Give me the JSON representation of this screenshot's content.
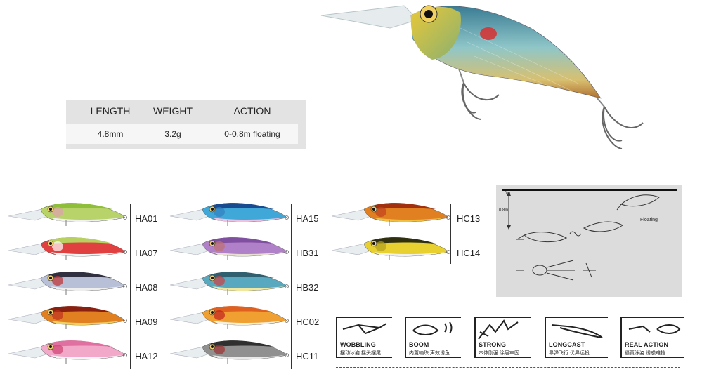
{
  "spec_table": {
    "headers": [
      "LENGTH",
      "WEIGHT",
      "ACTION"
    ],
    "values": [
      "4.8mm",
      "3.2g",
      "0-0.8m floating"
    ]
  },
  "colors": {
    "col1": [
      {
        "code": "HA01",
        "body": "#b7d36a",
        "back": "#8fbf3a",
        "belly": "#f0f0f0",
        "gill": "#e0a0b0"
      },
      {
        "code": "HA07",
        "body": "#e04040",
        "back": "#b8d060",
        "belly": "#f4f4f4",
        "gill": "#ffffff"
      },
      {
        "code": "HA08",
        "body": "#b8c0d8",
        "back": "#303040",
        "belly": "#eeeeee",
        "gill": "#c03030"
      },
      {
        "code": "HA09",
        "body": "#e08020",
        "back": "#8a2010",
        "belly": "#f0d060",
        "gill": "#c03020"
      },
      {
        "code": "HA12",
        "body": "#f2a8c8",
        "back": "#e070a0",
        "belly": "#f4f4f4",
        "gill": "#d04070"
      }
    ],
    "col2": [
      {
        "code": "HA15",
        "body": "#40a8d8",
        "back": "#1a4a90",
        "belly": "#f0c0e0",
        "gill": "#3080c0"
      },
      {
        "code": "HB31",
        "body": "#b080c8",
        "back": "#8050a0",
        "belly": "#e8e0d0",
        "gill": "#c07070"
      },
      {
        "code": "HB32",
        "body": "#58a8c0",
        "back": "#306070",
        "belly": "#f0e8a0",
        "gill": "#d04040"
      },
      {
        "code": "HC02",
        "body": "#f0a030",
        "back": "#e06020",
        "belly": "#f4f0e0",
        "gill": "#c02020"
      },
      {
        "code": "HC11",
        "body": "#909090",
        "back": "#303030",
        "belly": "#e8e8e8",
        "gill": "#a03030"
      }
    ],
    "col3": [
      {
        "code": "HC13",
        "body": "#e08020",
        "back": "#a03010",
        "belly": "#f0c040",
        "gill": "#c04020"
      },
      {
        "code": "HC14",
        "body": "#e8d030",
        "back": "#303010",
        "belly": "#f0f0f0",
        "gill": "#b0a020"
      }
    ]
  },
  "diagram": {
    "depth_top": "0m",
    "depth_bottom": "0.8m",
    "floating_label": "Floating"
  },
  "features": [
    {
      "title": "WOBBLING",
      "sub": "摆动冰姿  摇头摆尾"
    },
    {
      "title": "BOOM",
      "sub": "内置响珠  声效诱鱼"
    },
    {
      "title": "STRONG",
      "sub": "本体刚强  涂层牢固"
    },
    {
      "title": "LONGCAST",
      "sub": "导弹飞行  优异远投"
    },
    {
      "title": "REAL ACTION",
      "sub": "逼真泳姿  诱惑难挡"
    }
  ],
  "hero": {
    "body": "#4a9ab0",
    "head": "#e0c030",
    "spot": "#d83030",
    "belly": "#e8d080"
  }
}
